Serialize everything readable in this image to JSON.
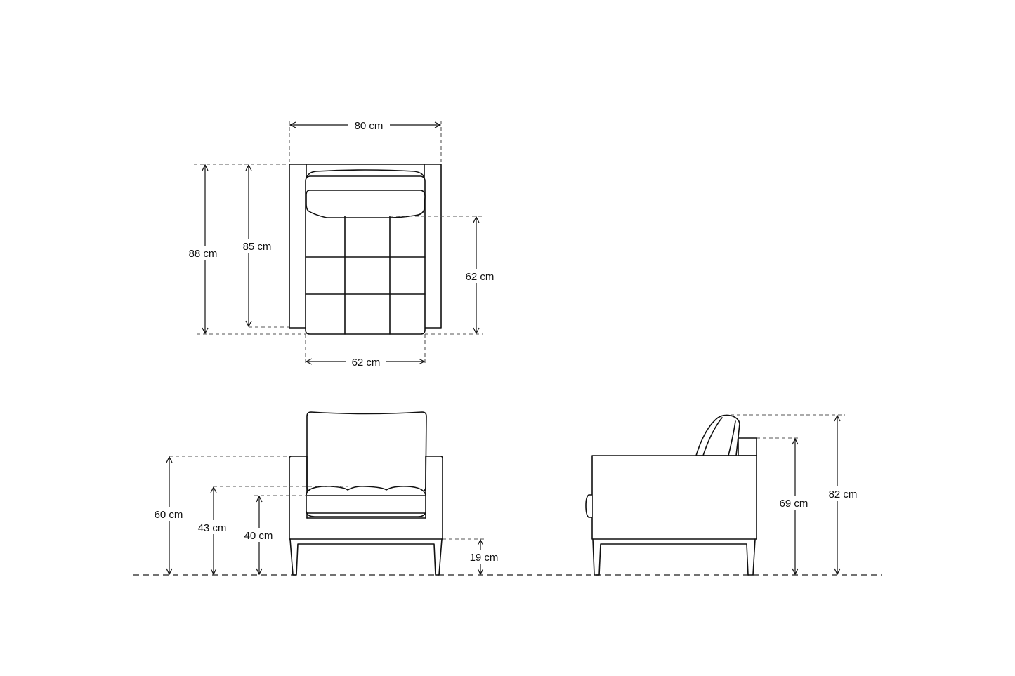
{
  "diagram": {
    "top_view": {
      "width_label": "80 cm",
      "depth_label": "88 cm",
      "arm_depth_label": "85 cm",
      "seat_depth_label": "62 cm",
      "seat_width_label": "62 cm"
    },
    "front_view": {
      "arm_height_label": "60 cm",
      "seat_cushion_height_label": "43 cm",
      "seat_height_label": "40 cm",
      "leg_height_label": "19 cm"
    },
    "side_view": {
      "back_height_label": "69 cm",
      "total_height_label": "82 cm"
    },
    "line_color": "#111111"
  }
}
